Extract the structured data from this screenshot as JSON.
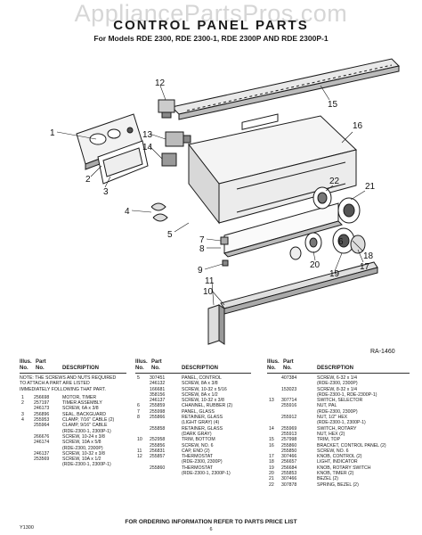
{
  "watermark": "AppliancePartsPros.com",
  "title": "CONTROL PANEL PARTS",
  "subtitle": "For Models RDE 2300, RDE 2300-1, RDE 2300P AND RDE 2300P-1",
  "diagram": {
    "callouts": [
      "1",
      "2",
      "3",
      "4",
      "5",
      "6",
      "7",
      "8",
      "9",
      "10",
      "11",
      "12",
      "13",
      "14",
      "15",
      "16",
      "17",
      "18",
      "19",
      "20",
      "21",
      "22"
    ],
    "figure_code": "RA-1460"
  },
  "parts_list": {
    "header": {
      "illus": "Illus.",
      "no": "No.",
      "part": "Part",
      "part_no": "No.",
      "description": "DESCRIPTION"
    },
    "note": [
      "NOTE: THE SCREWS AND NUTS REQUIRED",
      "TO ATTACH A PART ARE LISTED",
      "IMMEDIATELY FOLLOWING THAT PART."
    ],
    "col1": [
      {
        "ill": "1",
        "part": "256698",
        "desc": "MOTOR, TIMER"
      },
      {
        "ill": "2",
        "part": "257197",
        "desc": "TIMER ASSEMBLY"
      },
      {
        "ill": "",
        "part": "246173",
        "desc": "SCREW, 6A x 3/8"
      },
      {
        "ill": "3",
        "part": "256896",
        "desc": "SEAL, BACKGUARD"
      },
      {
        "ill": "4",
        "part": "255953",
        "desc": "CLAMP, 7/16\" CABLE (2)"
      },
      {
        "ill": "",
        "part": "255964",
        "desc": "CLAMP, 9/16\" CABLE"
      },
      {
        "ill": "",
        "part": "",
        "desc": "(RDE-2300-1, 2300P-1)"
      },
      {
        "ill": "",
        "part": "266676",
        "desc": "SCREW, 10-24 x 3/8"
      },
      {
        "ill": "",
        "part": "246174",
        "desc": "SCREW, 10A x 5/8"
      },
      {
        "ill": "",
        "part": "",
        "desc": "(RDE-2300, 2300P)"
      },
      {
        "ill": "",
        "part": "246137",
        "desc": "SCREW, 10-32 x 3/8"
      },
      {
        "ill": "",
        "part": "253569",
        "desc": "SCREW, 10A x 1/2"
      },
      {
        "ill": "",
        "part": "",
        "desc": "(RDE-2300-1, 2300P-1)"
      }
    ],
    "col2": [
      {
        "ill": "5",
        "part": "307451",
        "desc": "PANEL, CONTROL"
      },
      {
        "ill": "",
        "part": "246132",
        "desc": "SCREW, 8A x 3/8"
      },
      {
        "ill": "",
        "part": "166681",
        "desc": "SCREW, 10-32 x 5/16"
      },
      {
        "ill": "",
        "part": "358156",
        "desc": "SCREW, 8A x 1/2"
      },
      {
        "ill": "",
        "part": "246137",
        "desc": "SCREW, 10-32 x 3/8"
      },
      {
        "ill": "6",
        "part": "255859",
        "desc": "CHANNEL, RUBBER (2)"
      },
      {
        "ill": "7",
        "part": "255998",
        "desc": "PANEL, GLASS"
      },
      {
        "ill": "8",
        "part": "255866",
        "desc": "RETAINER, GLASS"
      },
      {
        "ill": "",
        "part": "",
        "desc": "(LIGHT GRAY) (4)"
      },
      {
        "ill": "",
        "part": "255858",
        "desc": "RETAINER, GLASS"
      },
      {
        "ill": "",
        "part": "",
        "desc": "(DARK GRAY)"
      },
      {
        "ill": "10",
        "part": "252958",
        "desc": "TRIM, BOTTOM"
      },
      {
        "ill": "",
        "part": "255856",
        "desc": "SCREW, NO. 6"
      },
      {
        "ill": "11",
        "part": "256831",
        "desc": "CAP, END (2)"
      },
      {
        "ill": "12",
        "part": "255857",
        "desc": "THERMOSTAT"
      },
      {
        "ill": "",
        "part": "",
        "desc": "(RDE-2300, 2300P)"
      },
      {
        "ill": "",
        "part": "255860",
        "desc": "THERMOSTAT"
      },
      {
        "ill": "",
        "part": "",
        "desc": "(RDE-2300-1, 2300P-1)"
      }
    ],
    "col3": [
      {
        "ill": "",
        "part": "407384",
        "desc": "SCREW, 6-32 x 1/4"
      },
      {
        "ill": "",
        "part": "",
        "desc": "(RDE-2300, 2300P)"
      },
      {
        "ill": "",
        "part": "153023",
        "desc": "SCREW, 8-32 x 1/4"
      },
      {
        "ill": "",
        "part": "",
        "desc": "(RDE-2300-1, RDE-2300P-1)"
      },
      {
        "ill": "13",
        "part": "307714",
        "desc": "SWITCH, SELECTOR"
      },
      {
        "ill": "",
        "part": "255916",
        "desc": "NUT, PAL"
      },
      {
        "ill": "",
        "part": "",
        "desc": "(RDE-2300, 2300P)"
      },
      {
        "ill": "",
        "part": "255912",
        "desc": "NUT, 1/2\" HEX"
      },
      {
        "ill": "",
        "part": "",
        "desc": "(RDE-2300-1, 2300P-1)"
      },
      {
        "ill": "14",
        "part": "255969",
        "desc": "SWITCH, ROTARY"
      },
      {
        "ill": "",
        "part": "255913",
        "desc": "NUT, HEX (2)"
      },
      {
        "ill": "15",
        "part": "257998",
        "desc": "TRIM, TOP"
      },
      {
        "ill": "16",
        "part": "255860",
        "desc": "BRACKET, CONTROL PANEL (2)"
      },
      {
        "ill": "",
        "part": "255850",
        "desc": "SCREW, NO. 6"
      },
      {
        "ill": "17",
        "part": "307466",
        "desc": "KNOB, CONTROL (2)"
      },
      {
        "ill": "18",
        "part": "256657",
        "desc": "LIGHT, INDICATOR"
      },
      {
        "ill": "19",
        "part": "256684",
        "desc": "KNOB, ROTARY SWITCH"
      },
      {
        "ill": "20",
        "part": "255853",
        "desc": "KNOB, TIMER (2)"
      },
      {
        "ill": "21",
        "part": "307466",
        "desc": "BEZEL (2)"
      },
      {
        "ill": "22",
        "part": "307878",
        "desc": "SPRING, BEZEL (2)"
      }
    ],
    "footer": "FOR ORDERING INFORMATION REFER TO PARTS PRICE LIST",
    "page_number": "6",
    "footer_code": "Y1300"
  }
}
